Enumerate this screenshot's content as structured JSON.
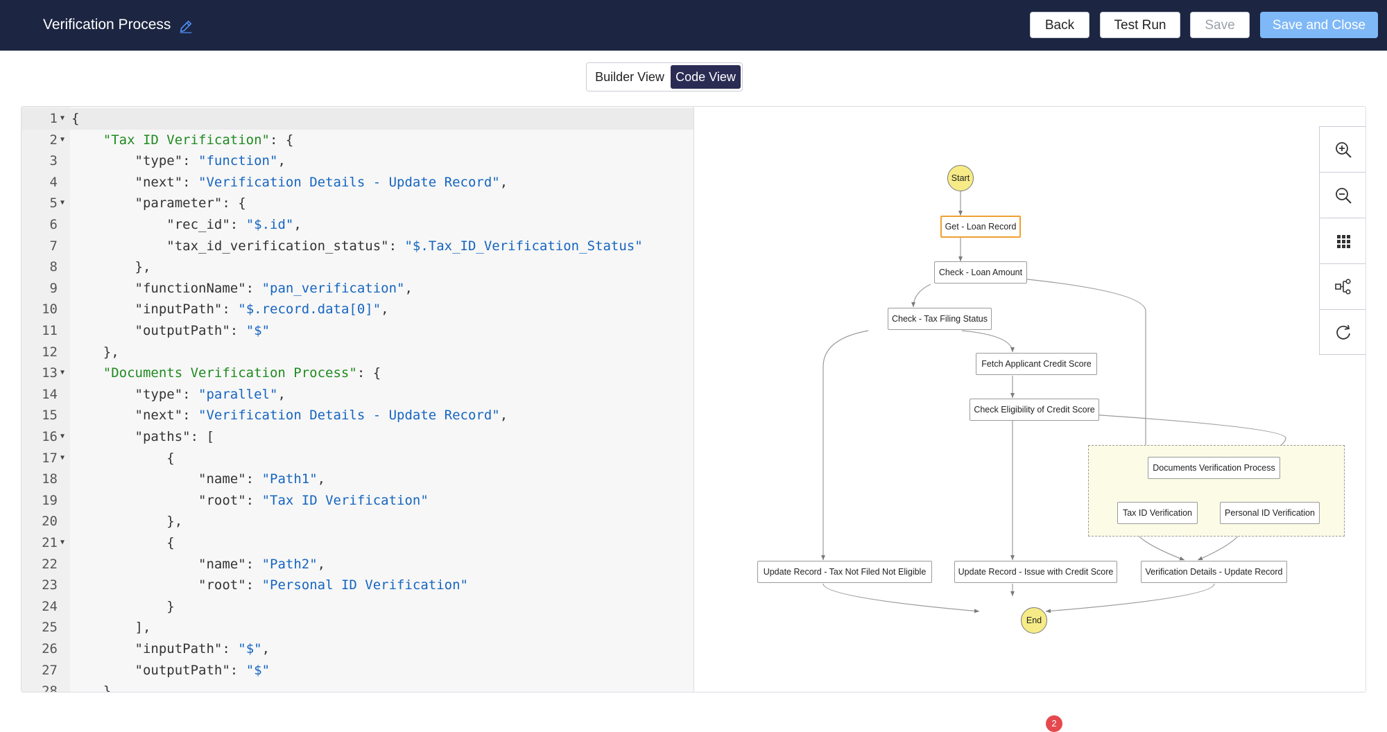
{
  "header": {
    "title": "Verification Process",
    "buttons": {
      "back": "Back",
      "test_run": "Test Run",
      "save": "Save",
      "save_close": "Save and Close"
    }
  },
  "view_toggle": {
    "builder": "Builder View",
    "code": "Code View",
    "active": "Code View"
  },
  "editor": {
    "lines": [
      {
        "n": "1",
        "fold": true,
        "code": "{"
      },
      {
        "n": "2",
        "fold": true,
        "code": "    \"Tax ID Verification\": {"
      },
      {
        "n": "3",
        "fold": false,
        "code": "        \"type\": \"function\","
      },
      {
        "n": "4",
        "fold": false,
        "code": "        \"next\": \"Verification Details - Update Record\","
      },
      {
        "n": "5",
        "fold": true,
        "code": "        \"parameter\": {"
      },
      {
        "n": "6",
        "fold": false,
        "code": "            \"rec_id\": \"$.id\","
      },
      {
        "n": "7",
        "fold": false,
        "code": "            \"tax_id_verification_status\": \"$.Tax_ID_Verification_Status\""
      },
      {
        "n": "8",
        "fold": false,
        "code": "        },"
      },
      {
        "n": "9",
        "fold": false,
        "code": "        \"functionName\": \"pan_verification\","
      },
      {
        "n": "10",
        "fold": false,
        "code": "        \"inputPath\": \"$.record.data[0]\","
      },
      {
        "n": "11",
        "fold": false,
        "code": "        \"outputPath\": \"$\""
      },
      {
        "n": "12",
        "fold": false,
        "code": "    },"
      },
      {
        "n": "13",
        "fold": true,
        "code": "    \"Documents Verification Process\": {"
      },
      {
        "n": "14",
        "fold": false,
        "code": "        \"type\": \"parallel\","
      },
      {
        "n": "15",
        "fold": false,
        "code": "        \"next\": \"Verification Details - Update Record\","
      },
      {
        "n": "16",
        "fold": true,
        "code": "        \"paths\": ["
      },
      {
        "n": "17",
        "fold": true,
        "code": "            {"
      },
      {
        "n": "18",
        "fold": false,
        "code": "                \"name\": \"Path1\","
      },
      {
        "n": "19",
        "fold": false,
        "code": "                \"root\": \"Tax ID Verification\""
      },
      {
        "n": "20",
        "fold": false,
        "code": "            },"
      },
      {
        "n": "21",
        "fold": true,
        "code": "            {"
      },
      {
        "n": "22",
        "fold": false,
        "code": "                \"name\": \"Path2\","
      },
      {
        "n": "23",
        "fold": false,
        "code": "                \"root\": \"Personal ID Verification\""
      },
      {
        "n": "24",
        "fold": false,
        "code": "            }"
      },
      {
        "n": "25",
        "fold": false,
        "code": "        ],"
      },
      {
        "n": "26",
        "fold": false,
        "code": "        \"inputPath\": \"$\","
      },
      {
        "n": "27",
        "fold": false,
        "code": "        \"outputPath\": \"$\""
      },
      {
        "n": "28",
        "fold": false,
        "code": "    },"
      }
    ]
  },
  "diagram": {
    "start": "Start",
    "end": "End",
    "nodes": {
      "get_loan": "Get - Loan Record",
      "check_loan": "Check - Loan Amount",
      "check_tax": "Check - Tax Filing Status",
      "fetch_credit": "Fetch Applicant Credit Score",
      "check_credit": "Check Eligibility of Credit Score",
      "docs_process": "Documents Verification Process",
      "tax_id": "Tax ID Verification",
      "personal_id": "Personal ID Verification",
      "update_tax": "Update Record - Tax Not Filed  Not Eligible",
      "update_credit": "Update Record - Issue with Credit Score",
      "verif_update": "Verification Details - Update Record"
    }
  },
  "zoom_controls": [
    "zoom-in-icon",
    "zoom-out-icon",
    "grid-icon",
    "flow-layout-icon",
    "refresh-icon"
  ],
  "notification_count": "2",
  "colors": {
    "header_bg": "#1c2541",
    "primary_button": "#7fb8f7",
    "toggle_active": "#2b2c54",
    "json_key": "#1f8a1f",
    "json_string": "#1565c0",
    "circle_fill": "#f6eb86",
    "selected_border": "#f0a030",
    "parallel_fill": "#fcfbe6"
  }
}
